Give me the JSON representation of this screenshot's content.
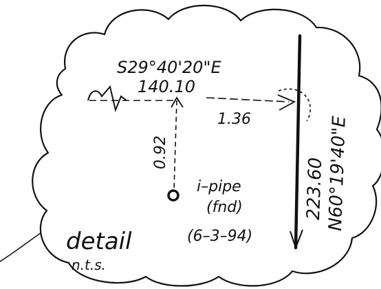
{
  "bearing_label": "S29°40'20\"E",
  "distance_label": "140.10",
  "offset_horizontal": "1.36",
  "offset_vertical": "0.92",
  "line_distance": "223.60",
  "line_bearing": "N60°19'40\"E",
  "monument": {
    "type": "i–pipe",
    "status": "(fnd)",
    "date": "(6–3–94)"
  },
  "detail": {
    "title": "detail",
    "scale": "n.t.s."
  },
  "colors": {
    "ink": "#111111",
    "paper": "#ffffff"
  }
}
